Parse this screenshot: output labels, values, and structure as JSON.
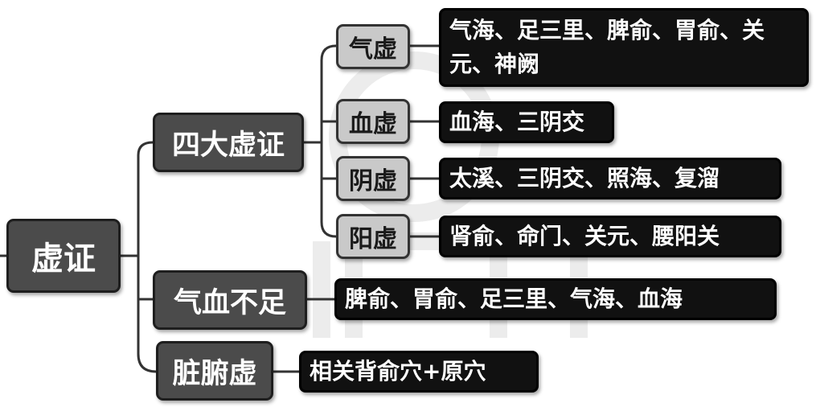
{
  "root": {
    "label": "虚证"
  },
  "branches": [
    {
      "label": "四大虚证"
    },
    {
      "label": "气血不足"
    },
    {
      "label": "脏腑虚"
    }
  ],
  "sub": [
    {
      "label": "气虚",
      "leaf": "气海、足三里、脾俞、胃俞、关元、神阙"
    },
    {
      "label": "血虚",
      "leaf": "血海、三阴交"
    },
    {
      "label": "阴虚",
      "leaf": "太溪、三阴交、照海、复溜"
    },
    {
      "label": "阳虚",
      "leaf": "肾俞、命门、关元、腰阳关"
    }
  ],
  "branch_leaves": {
    "qixue": "脾俞、胃俞、足三里、气海、血海",
    "zangfu": "相关背俞穴+原穴"
  },
  "colors": {
    "dark_node": "#4b4b4b",
    "light_node": "#c9c9c9",
    "leaf": "#111111",
    "line": "#333333"
  }
}
